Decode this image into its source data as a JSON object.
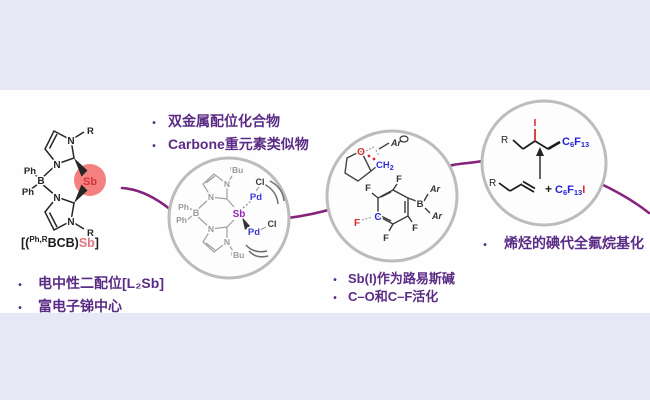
{
  "figure": {
    "colors": {
      "background": "#e7e8f5",
      "panel": "#fefefe",
      "bullet_text": "#5b2c86",
      "wave_line": "#87217e",
      "highlight_salmon": "#f58080",
      "blue_atom": "#2c2cd4",
      "red_atom": "#d92b2b",
      "sb_purple": "#9326b5",
      "gray_structure": "#a0a0a0",
      "circle_stroke": "#bcbcbc"
    }
  },
  "bullets": {
    "dot": "•",
    "top": [
      "双金属配位化合物",
      "Carbone重元素类似物"
    ],
    "left": [
      "电中性二配位[L₂Sb]",
      "富电子锑中心"
    ],
    "mid": [
      "Sb(I)作为路易斯碱",
      "C–O和C–F活化"
    ],
    "right": [
      "烯烃的碘代全氟烷基化"
    ]
  },
  "bcb_sb": {
    "ph": "Ph",
    "b": "B",
    "n": "N",
    "r": "R",
    "sb": "Sb",
    "caption": {
      "open": "[(",
      "sup": "Ph,R",
      "body": "BCB)",
      "sb": "Sb",
      "close": "]"
    }
  },
  "pd_complex": {
    "ph": "Ph",
    "b": "B",
    "n": "N",
    "tbu_sup": "t",
    "tbu": "Bu",
    "sb": "Sb",
    "pd": "Pd",
    "cl": "Cl"
  },
  "sb_lewis_base": {
    "o": "O",
    "ar": "Ar",
    "ch": "CH",
    "ch_sub": "2",
    "f": "F",
    "c": "C",
    "b": "B"
  },
  "fluoroalkylation": {
    "r": "R",
    "i": "I",
    "plus": "+",
    "c": "C",
    "six": "6",
    "f": "F",
    "thirteen": "13"
  }
}
